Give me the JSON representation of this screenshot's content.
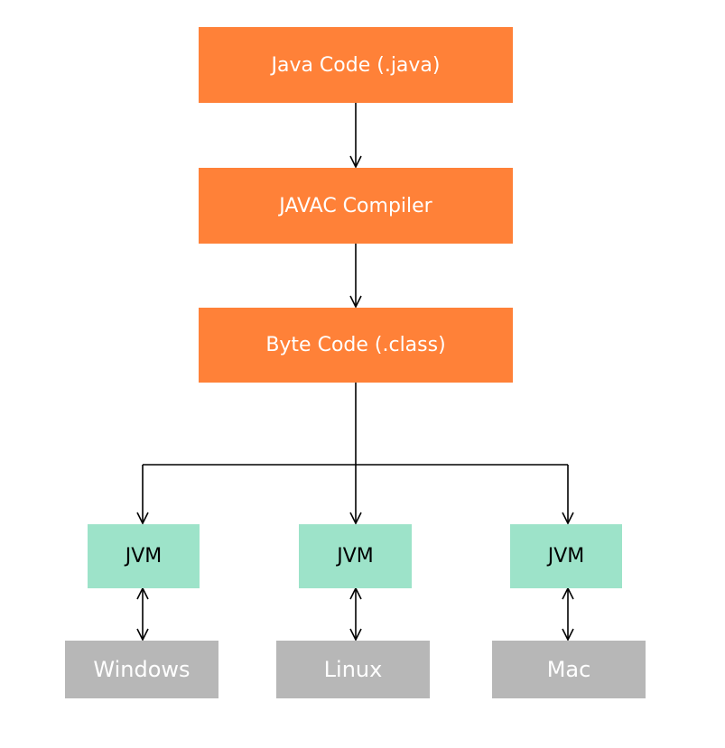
{
  "diagram": {
    "pipeline": [
      {
        "id": "source",
        "label": "Java Code (.java)"
      },
      {
        "id": "compiler",
        "label": "JAVAC Compiler"
      },
      {
        "id": "bytecode",
        "label": "Byte Code (.class)"
      }
    ],
    "platforms": [
      {
        "id": "windows",
        "jvm_label": "JVM",
        "os_label": "Windows"
      },
      {
        "id": "linux",
        "jvm_label": "JVM",
        "os_label": "Linux"
      },
      {
        "id": "mac",
        "jvm_label": "JVM",
        "os_label": "Mac"
      }
    ],
    "colors": {
      "pipeline_box": "#ff8138",
      "jvm_box": "#9de3c9",
      "os_box": "#b7b7b7",
      "connector": "#000000"
    }
  }
}
